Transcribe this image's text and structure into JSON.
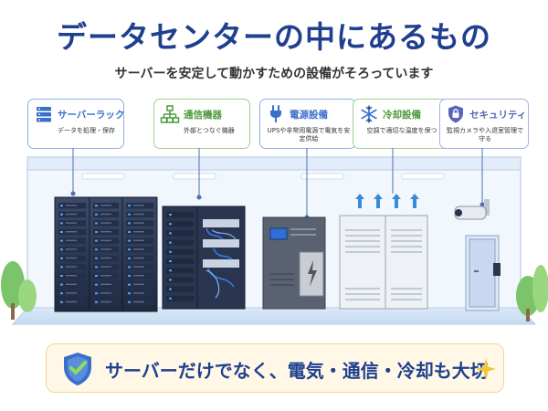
{
  "title": "データセンターの中にあるもの",
  "subtitle": "サーバーを安定して動かすための設備がそろっています",
  "cards": [
    {
      "title": "サーバーラック",
      "desc": "データを処理・保存",
      "color": "#3a6fc9"
    },
    {
      "title": "通信機器",
      "desc": "外部とつなぐ機器",
      "color": "#4b9a3d"
    },
    {
      "title": "電源設備",
      "desc": "UPSや非常用電源で電気を安定供給",
      "color": "#3a6fc9"
    },
    {
      "title": "冷却設備",
      "desc": "空調で適切な温度を保つ",
      "color": "#4b9a3d"
    },
    {
      "title": "セキュリティ",
      "desc": "監視カメラや入退室管理で守る",
      "color": "#5a64b8"
    }
  ],
  "banner": {
    "text": "サーバーだけでなく、電気・通信・冷却も大切"
  },
  "icons": [
    "server-icon",
    "network-icon",
    "plug-icon",
    "snowflake-icon",
    "lock-shield-icon",
    "check-shield-icon",
    "sparkle-icon"
  ]
}
